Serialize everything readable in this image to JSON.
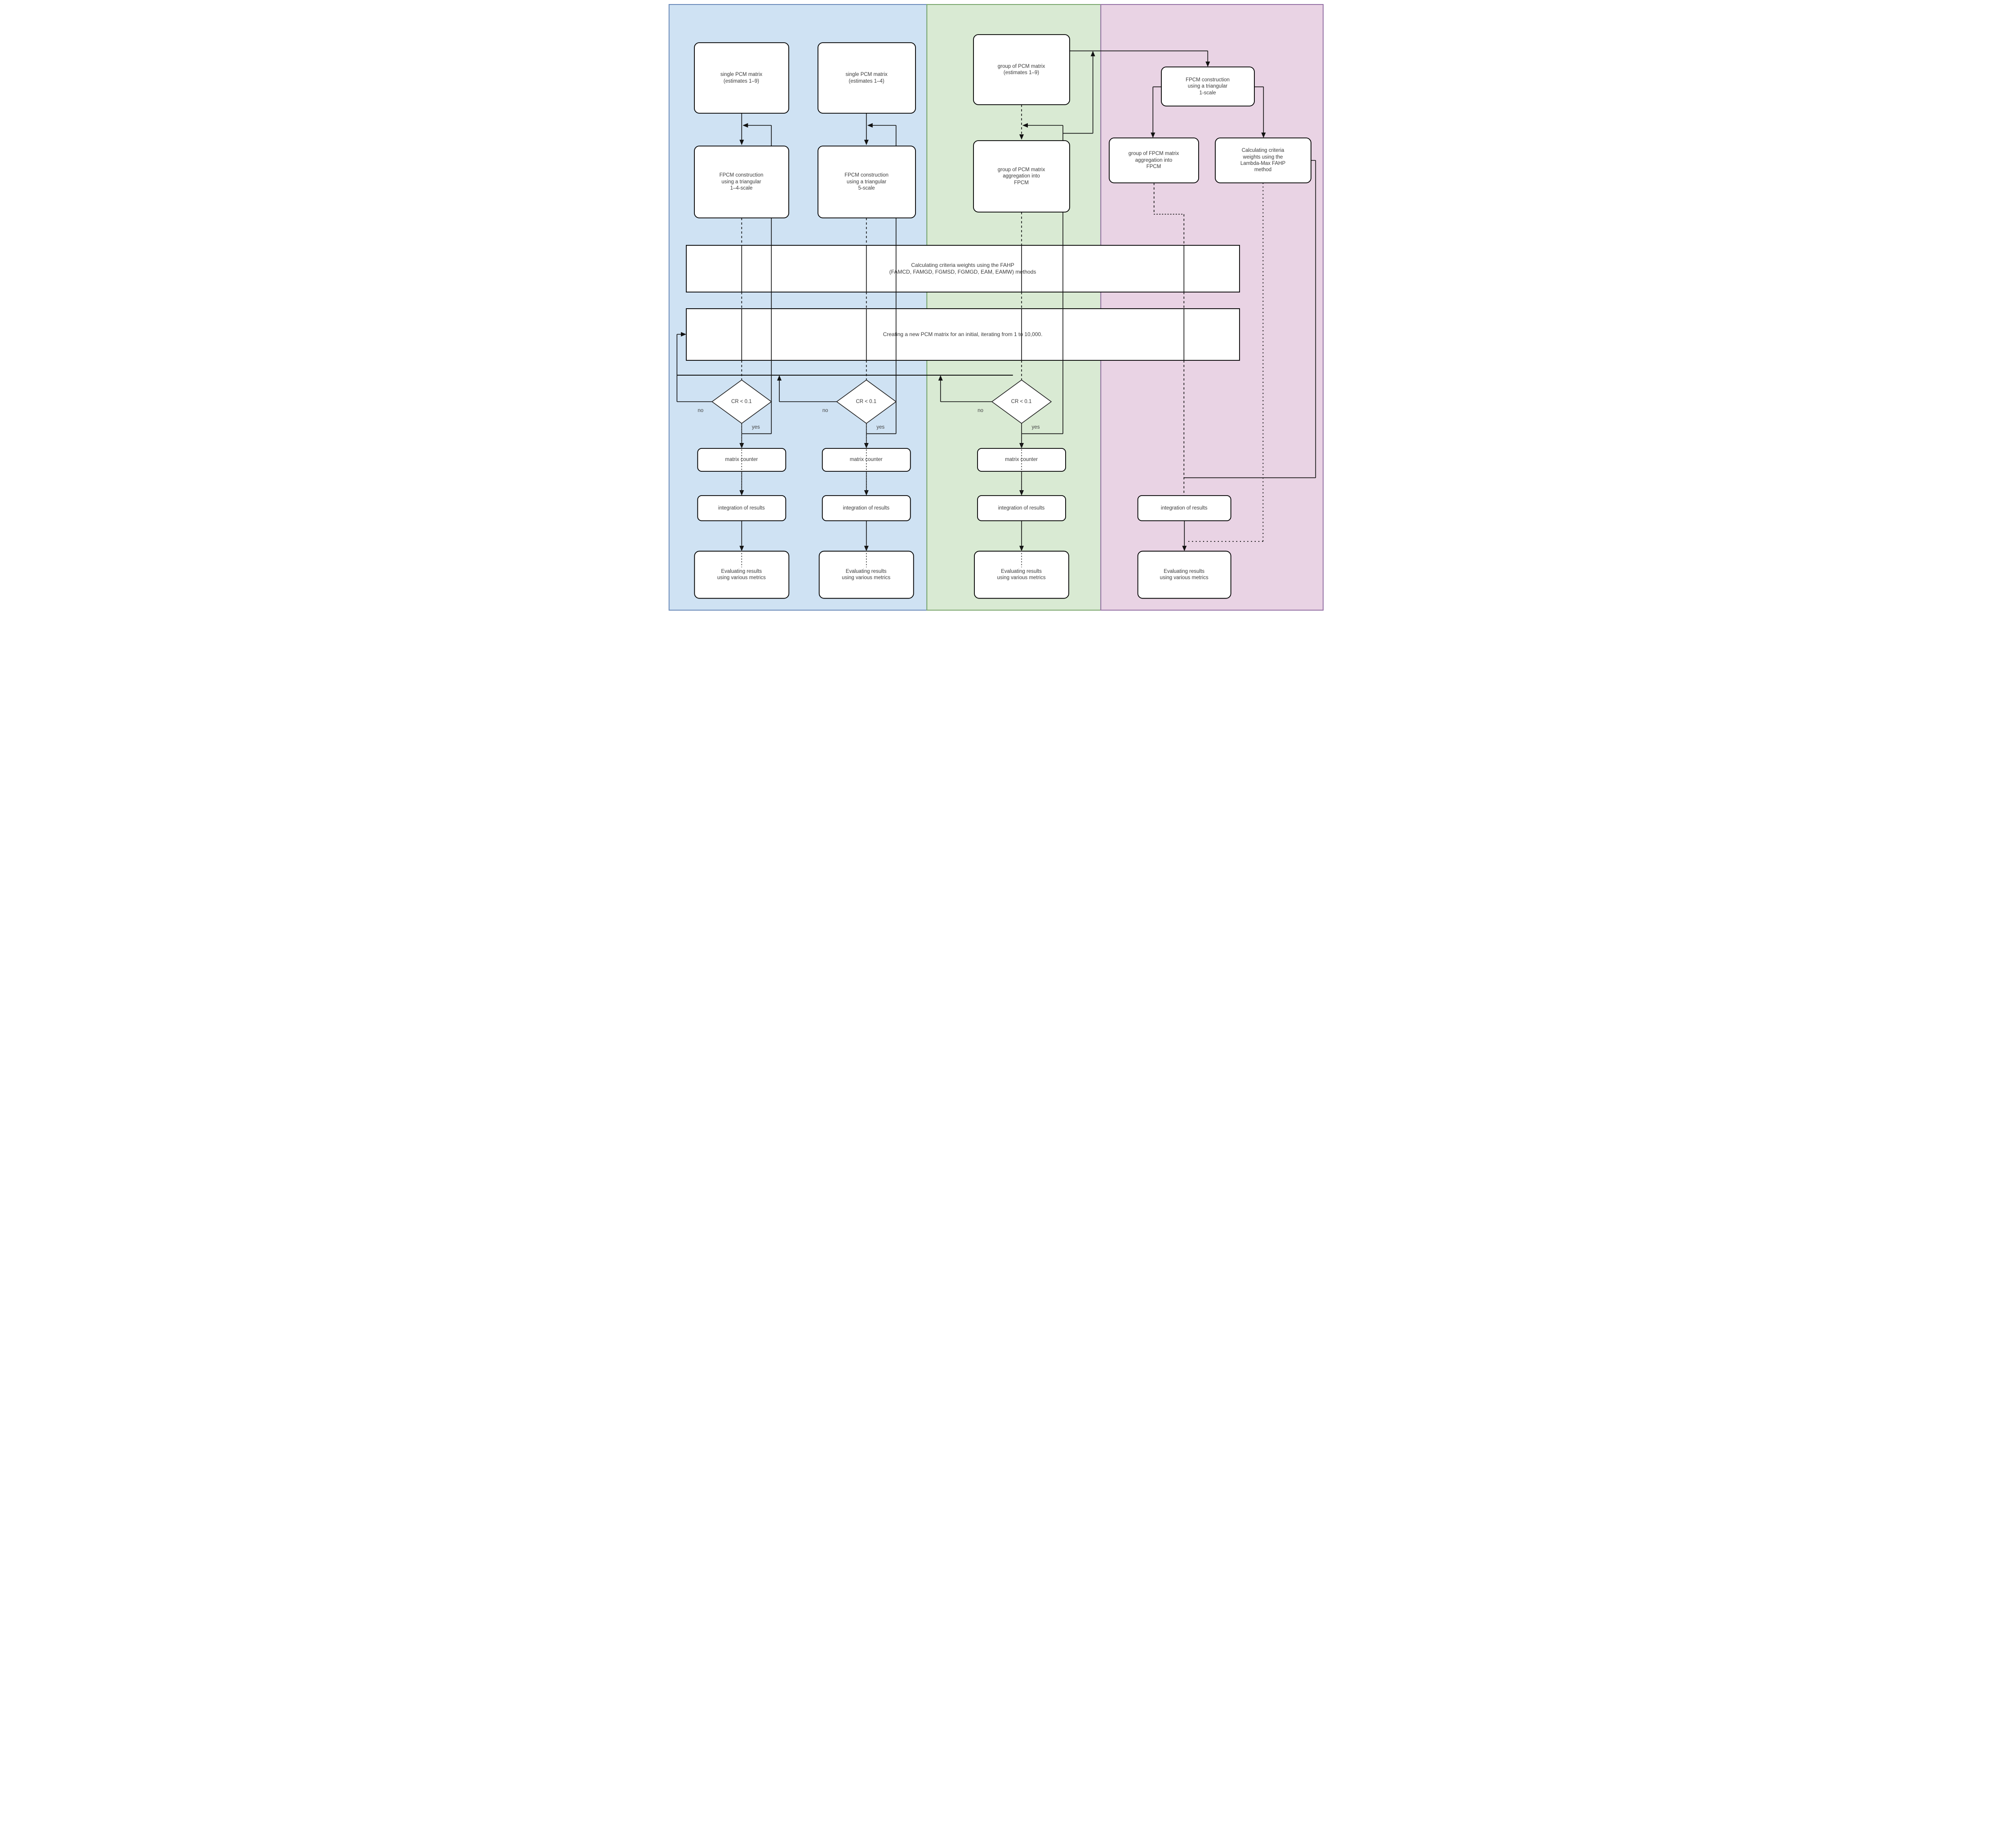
{
  "panels": {
    "blue": {
      "fill": "#cfe2f3",
      "stroke": "#6d8cba"
    },
    "green": {
      "fill": "#d9ead3",
      "stroke": "#7ca86f"
    },
    "pink": {
      "fill": "#e9d3e4",
      "stroke": "#9673a6"
    }
  },
  "nodes": {
    "single_pcm_19": {
      "label": "single PCM matrix\n(estimates 1–9)"
    },
    "single_pcm_14": {
      "label": "single PCM matrix\n(estimates 1–4)"
    },
    "group_pcm_19": {
      "label": "group of PCM matrix\n(estimates 1–9)"
    },
    "fpcm_14_scale": {
      "label": "FPCM construction\nusing a triangular\n1–4-scale"
    },
    "fpcm_5_scale": {
      "label": "FPCM construction\nusing a triangular\n5-scale"
    },
    "group_pcm_agg": {
      "label": "group of PCM matrix\naggregation into\nFPCM"
    },
    "fpcm_1_scale": {
      "label": "FPCM construction\nusing a triangular\n1-scale"
    },
    "group_fpcm_agg": {
      "label": "group of FPCM matrix\naggregation into\nFPCM"
    },
    "lambda_max": {
      "label": "Calculating criteria\nweights using the\nLambda-Max FAHP\nmethod"
    },
    "fahp_methods": {
      "label": "Calculating criteria weights using the FAHP\n(FAMCD, FAMGD, FGMSD, FGMGD, EAM, EAMW) methods"
    },
    "new_pcm": {
      "label": "Creating a new PCM matrix for an initial, iterating from 1 to 10,000."
    },
    "decision1": {
      "label": "CR < 0.1"
    },
    "decision2": {
      "label": "CR < 0.1"
    },
    "decision3": {
      "label": "CR < 0.1"
    },
    "counter1": {
      "label": "matrix counter"
    },
    "counter2": {
      "label": "matrix counter"
    },
    "counter3": {
      "label": "matrix counter"
    },
    "integration1": {
      "label": "integration of results"
    },
    "integration2": {
      "label": "integration of results"
    },
    "integration3": {
      "label": "integration of results"
    },
    "integration4": {
      "label": "integration of results"
    },
    "evaluation1": {
      "label": "Evaluating results\nusing various metrics"
    },
    "evaluation2": {
      "label": "Evaluating results\nusing various metrics"
    },
    "evaluation3": {
      "label": "Evaluating results\nusing various metrics"
    },
    "evaluation4": {
      "label": "Evaluating results\nusing various metrics"
    }
  },
  "branch": {
    "no": "no",
    "yes": "yes"
  }
}
